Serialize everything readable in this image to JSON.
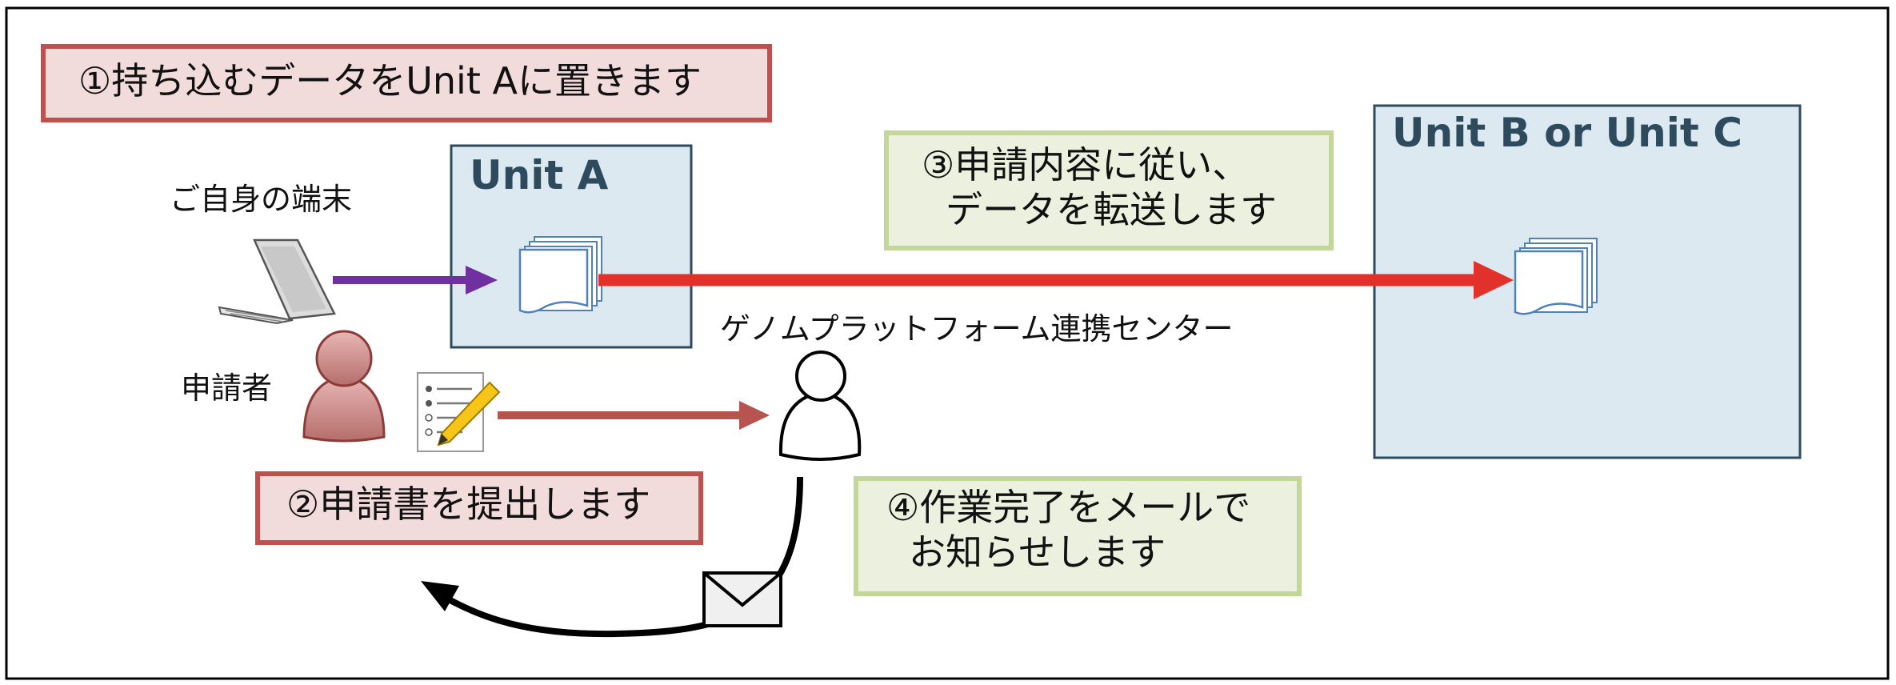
{
  "steps": {
    "step1": "①持ち込むデータをUnit Aに置きます",
    "step2": "②申請書を提出します",
    "step3_line1": "③申請内容に従い、",
    "step3_line2": "データを転送します",
    "step4_line1": "④作業完了をメールで",
    "step4_line2": "お知らせします"
  },
  "units": {
    "unit_a": "Unit A",
    "unit_bc": "Unit B or Unit C"
  },
  "actors": {
    "own_terminal": "ご自身の端末",
    "applicant": "申請者",
    "center": "ゲノムプラットフォーム連携センター"
  },
  "icons": {
    "laptop": "laptop-icon",
    "documents": "document-stack-icon",
    "person": "person-icon",
    "form": "application-form-icon",
    "envelope": "envelope-icon"
  },
  "colors": {
    "red_box_fill": "#f2dcdb",
    "red_box_border": "#c0504d",
    "green_box_fill": "#ebf1de",
    "green_box_border": "#c4d79b",
    "unit_fill": "#dce9f1",
    "unit_border": "#2e4b5e",
    "purple_arrow": "#7030a0",
    "red_arrow": "#e2312a",
    "brown_arrow": "#b85450"
  }
}
